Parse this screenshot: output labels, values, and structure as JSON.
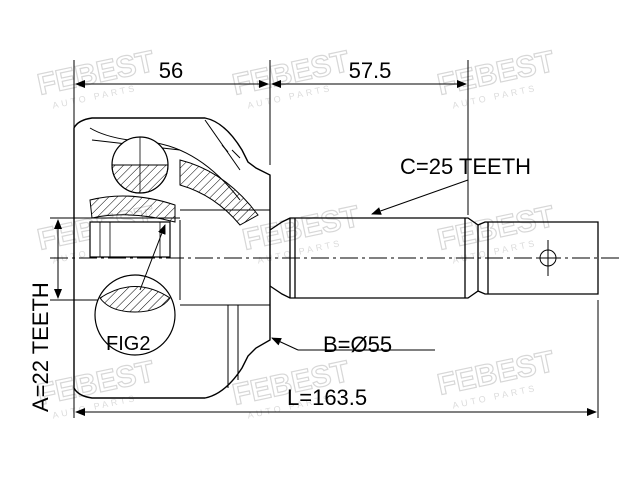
{
  "watermark": {
    "brand": "FEBEST",
    "tagline": "AUTO PARTS"
  },
  "dimensions": {
    "joint_length": "56",
    "shaft_length": "57.5",
    "outer_spline": "C=25 TEETH",
    "inner_spline": "A=22 TEETH",
    "diameter": "B=Ø55",
    "total_length": "L=163.5"
  },
  "figure_label": "FIG2",
  "colors": {
    "line": "#000000",
    "watermark": "#d7d7d7"
  }
}
